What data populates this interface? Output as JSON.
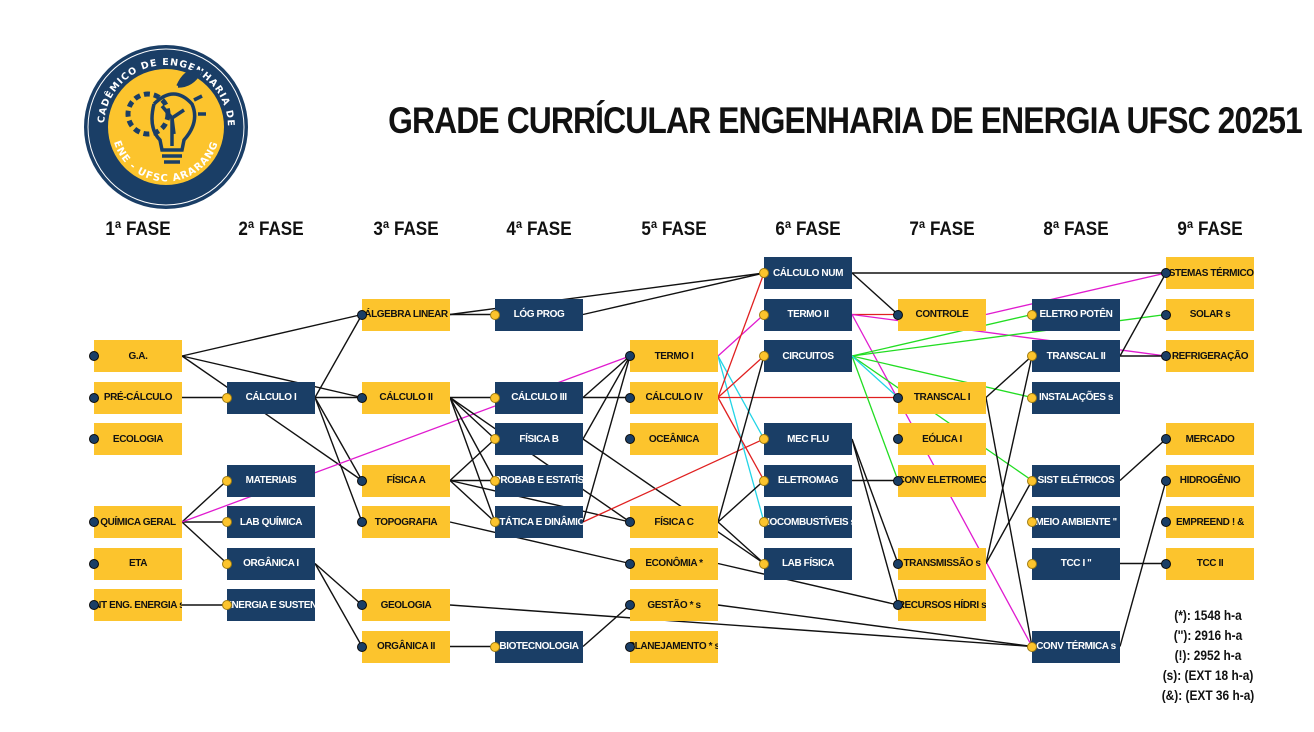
{
  "title": "GRADE CURRÍCULAR ENGENHARIA DE ENERGIA UFSC 20251",
  "logo": {
    "top_text": "CENTRO ACADÊMICO DE ENGENHARIA DE ENERGIA",
    "bottom_text": "CAENE - UFSC ARARANGUÁ",
    "colors": {
      "ring": "#1a3e66",
      "inner": "#fcc42d"
    },
    "icon": "lightbulb-wind-turbine-icon"
  },
  "colors": {
    "yellow": "#fcc42d",
    "blue": "#1a3e66",
    "line": "#111111",
    "magenta": "#e01bcf",
    "cyan": "#22d4e6",
    "red": "#e02020",
    "green": "#22dd22"
  },
  "phases": [
    "1ª FASE",
    "2ª FASE",
    "3ª FASE",
    "4ª FASE",
    "5ª FASE",
    "6ª FASE",
    "7ª FASE",
    "8ª FASE",
    "9ª FASE"
  ],
  "courses": [
    {
      "id": "ga",
      "label": "G.A.",
      "phase": 1,
      "row": 2,
      "color": "yellow"
    },
    {
      "id": "precalc",
      "label": "PRÉ-CÁLCULO",
      "phase": 1,
      "row": 3,
      "color": "yellow"
    },
    {
      "id": "ecologia",
      "label": "ECOLOGIA",
      "phase": 1,
      "row": 4,
      "color": "yellow"
    },
    {
      "id": "qgeral",
      "label": "QUÍMICA GERAL",
      "phase": 1,
      "row": 6,
      "color": "yellow"
    },
    {
      "id": "eta",
      "label": "ETA",
      "phase": 1,
      "row": 7,
      "color": "yellow"
    },
    {
      "id": "inteng",
      "label": "INT ENG. ENERGIA s",
      "phase": 1,
      "row": 8,
      "color": "yellow"
    },
    {
      "id": "calc1",
      "label": "CÁLCULO I",
      "phase": 2,
      "row": 3,
      "color": "blue"
    },
    {
      "id": "materiais",
      "label": "MATERIAIS",
      "phase": 2,
      "row": 5,
      "color": "blue"
    },
    {
      "id": "labquim",
      "label": "LAB QUÍMICA",
      "phase": 2,
      "row": 6,
      "color": "blue"
    },
    {
      "id": "organica1",
      "label": "ORGÂNICA I",
      "phase": 2,
      "row": 7,
      "color": "blue"
    },
    {
      "id": "energia",
      "label": "ENERGIA E SUSTEN",
      "phase": 2,
      "row": 8,
      "color": "blue"
    },
    {
      "id": "algebra",
      "label": "ÁLGEBRA LINEAR",
      "phase": 3,
      "row": 1,
      "color": "yellow"
    },
    {
      "id": "calc2",
      "label": "CÁLCULO II",
      "phase": 3,
      "row": 3,
      "color": "yellow"
    },
    {
      "id": "fisicaA",
      "label": "FÍSICA A",
      "phase": 3,
      "row": 5,
      "color": "yellow"
    },
    {
      "id": "topografia",
      "label": "TOPOGRAFIA",
      "phase": 3,
      "row": 6,
      "color": "yellow"
    },
    {
      "id": "geologia",
      "label": "GEOLOGIA",
      "phase": 3,
      "row": 8,
      "color": "yellow"
    },
    {
      "id": "organica2",
      "label": "ORGÂNICA II",
      "phase": 3,
      "row": 9,
      "color": "yellow"
    },
    {
      "id": "logprog",
      "label": "LÓG PROG",
      "phase": 4,
      "row": 1,
      "color": "blue"
    },
    {
      "id": "calc3",
      "label": "CÁLCULO III",
      "phase": 4,
      "row": 3,
      "color": "blue"
    },
    {
      "id": "fisicaB",
      "label": "FÍSICA B",
      "phase": 4,
      "row": 4,
      "color": "blue"
    },
    {
      "id": "probab",
      "label": "PROBAB E ESTATÍS",
      "phase": 4,
      "row": 5,
      "color": "blue"
    },
    {
      "id": "estatica",
      "label": "ESTÁTICA E DINÂMICA",
      "phase": 4,
      "row": 6,
      "color": "blue"
    },
    {
      "id": "biotec",
      "label": "BIOTECNOLOGIA",
      "phase": 4,
      "row": 9,
      "color": "blue"
    },
    {
      "id": "termo1",
      "label": "TERMO I",
      "phase": 5,
      "row": 2,
      "color": "yellow"
    },
    {
      "id": "calc4",
      "label": "CÁLCULO IV",
      "phase": 5,
      "row": 3,
      "color": "yellow"
    },
    {
      "id": "oceanica",
      "label": "OCEÂNICA",
      "phase": 5,
      "row": 4,
      "color": "yellow"
    },
    {
      "id": "fisicaC",
      "label": "FÍSICA C",
      "phase": 5,
      "row": 6,
      "color": "yellow"
    },
    {
      "id": "economia",
      "label": "ECONÔMIA *",
      "phase": 5,
      "row": 7,
      "color": "yellow"
    },
    {
      "id": "gestao",
      "label": "GESTÃO * s",
      "phase": 5,
      "row": 8,
      "color": "yellow"
    },
    {
      "id": "planej",
      "label": "PLANEJAMENTO * s",
      "phase": 5,
      "row": 9,
      "color": "yellow"
    },
    {
      "id": "calcnum",
      "label": "CÁLCULO NUM",
      "phase": 6,
      "row": 0,
      "color": "blue"
    },
    {
      "id": "termo2",
      "label": "TERMO II",
      "phase": 6,
      "row": 1,
      "color": "blue"
    },
    {
      "id": "circuitos",
      "label": "CIRCUITOS",
      "phase": 6,
      "row": 2,
      "color": "blue"
    },
    {
      "id": "mecflu",
      "label": "MEC FLU",
      "phase": 6,
      "row": 4,
      "color": "blue"
    },
    {
      "id": "eletromag",
      "label": "ELETROMAG",
      "phase": 6,
      "row": 5,
      "color": "blue"
    },
    {
      "id": "biocomb",
      "label": "BIOCOMBUSTÍVEIS s",
      "phase": 6,
      "row": 6,
      "color": "blue"
    },
    {
      "id": "labfisica",
      "label": "LAB FÍSICA",
      "phase": 6,
      "row": 7,
      "color": "blue"
    },
    {
      "id": "controle",
      "label": "CONTROLE",
      "phase": 7,
      "row": 1,
      "color": "yellow"
    },
    {
      "id": "transcal1",
      "label": "TRANSCAL I",
      "phase": 7,
      "row": 3,
      "color": "yellow"
    },
    {
      "id": "eolica",
      "label": "EÓLICA I",
      "phase": 7,
      "row": 4,
      "color": "yellow"
    },
    {
      "id": "conveletro",
      "label": "CONV ELETROMEC",
      "phase": 7,
      "row": 5,
      "color": "yellow"
    },
    {
      "id": "transmissao",
      "label": "TRANSMISSÃO s",
      "phase": 7,
      "row": 7,
      "color": "yellow"
    },
    {
      "id": "recursos",
      "label": "RECURSOS HÍDRI s",
      "phase": 7,
      "row": 8,
      "color": "yellow"
    },
    {
      "id": "eletropot",
      "label": "ELETRO POTÊN",
      "phase": 8,
      "row": 1,
      "color": "blue"
    },
    {
      "id": "transcal2",
      "label": "TRANSCAL II",
      "phase": 8,
      "row": 2,
      "color": "blue"
    },
    {
      "id": "instalacoes",
      "label": "INSTALAÇÕES s",
      "phase": 8,
      "row": 3,
      "color": "blue"
    },
    {
      "id": "sisteletr",
      "label": "SIST ELÉTRICOS",
      "phase": 8,
      "row": 5,
      "color": "blue"
    },
    {
      "id": "meioamb",
      "label": "MEIO AMBIENTE ''",
      "phase": 8,
      "row": 6,
      "color": "blue"
    },
    {
      "id": "tcc1",
      "label": "TCC I ''",
      "phase": 8,
      "row": 7,
      "color": "blue"
    },
    {
      "id": "convterm",
      "label": "CONV TÉRMICA s",
      "phase": 8,
      "row": 9,
      "color": "blue"
    },
    {
      "id": "sisterm",
      "label": "SISTEMAS TÉRMICOS",
      "phase": 9,
      "row": 0,
      "color": "yellow"
    },
    {
      "id": "solar",
      "label": "SOLAR s",
      "phase": 9,
      "row": 1,
      "color": "yellow"
    },
    {
      "id": "refrig",
      "label": "REFRIGERAÇÃO",
      "phase": 9,
      "row": 2,
      "color": "yellow"
    },
    {
      "id": "mercado",
      "label": "MERCADO",
      "phase": 9,
      "row": 4,
      "color": "yellow"
    },
    {
      "id": "hidrogenio",
      "label": "HIDROGÊNIO",
      "phase": 9,
      "row": 5,
      "color": "yellow"
    },
    {
      "id": "empreend",
      "label": "EMPREEND ! &",
      "phase": 9,
      "row": 6,
      "color": "yellow"
    },
    {
      "id": "tcc2",
      "label": "TCC II",
      "phase": 9,
      "row": 7,
      "color": "yellow"
    }
  ],
  "edges": [
    {
      "from": "ga",
      "to": "algebra",
      "color": "black"
    },
    {
      "from": "ga",
      "to": "calc2",
      "color": "black"
    },
    {
      "from": "precalc",
      "to": "calc1",
      "color": "black"
    },
    {
      "from": "ga",
      "to": "fisicaA",
      "color": "black"
    },
    {
      "from": "calc1",
      "to": "algebra",
      "color": "black"
    },
    {
      "from": "calc1",
      "to": "calc2",
      "color": "black"
    },
    {
      "from": "calc1",
      "to": "fisicaA",
      "color": "black"
    },
    {
      "from": "calc1",
      "to": "topografia",
      "color": "black"
    },
    {
      "from": "qgeral",
      "to": "materiais",
      "color": "black"
    },
    {
      "from": "qgeral",
      "to": "labquim",
      "color": "black"
    },
    {
      "from": "qgeral",
      "to": "organica1",
      "color": "black"
    },
    {
      "from": "qgeral",
      "to": "termo1",
      "color": "magenta"
    },
    {
      "from": "inteng",
      "to": "energia",
      "color": "black"
    },
    {
      "from": "organica1",
      "to": "geologia",
      "color": "black"
    },
    {
      "from": "organica1",
      "to": "organica2",
      "color": "black"
    },
    {
      "from": "algebra",
      "to": "logprog",
      "color": "black"
    },
    {
      "from": "algebra",
      "to": "calcnum",
      "color": "black"
    },
    {
      "from": "calc2",
      "to": "calc3",
      "color": "black"
    },
    {
      "from": "calc2",
      "to": "fisicaB",
      "color": "black"
    },
    {
      "from": "calc2",
      "to": "probab",
      "color": "black"
    },
    {
      "from": "calc2",
      "to": "estatica",
      "color": "black"
    },
    {
      "from": "calc2",
      "to": "fisicaC",
      "color": "black"
    },
    {
      "from": "fisicaA",
      "to": "fisicaB",
      "color": "black"
    },
    {
      "from": "fisicaA",
      "to": "estatica",
      "color": "black"
    },
    {
      "from": "fisicaA",
      "to": "probab",
      "color": "black"
    },
    {
      "from": "fisicaA",
      "to": "fisicaC",
      "color": "black"
    },
    {
      "from": "topografia",
      "to": "economia",
      "color": "black"
    },
    {
      "from": "geologia",
      "to": "convterm",
      "color": "black"
    },
    {
      "from": "organica2",
      "to": "biotec",
      "color": "black"
    },
    {
      "from": "logprog",
      "to": "calcnum",
      "color": "black"
    },
    {
      "from": "calc3",
      "to": "calc4",
      "color": "black"
    },
    {
      "from": "calc3",
      "to": "termo1",
      "color": "black"
    },
    {
      "from": "fisicaB",
      "to": "termo1",
      "color": "black"
    },
    {
      "from": "fisicaB",
      "to": "labfisica",
      "color": "black"
    },
    {
      "from": "estatica",
      "to": "mecflu",
      "color": "red"
    },
    {
      "from": "estatica",
      "to": "termo1",
      "color": "black"
    },
    {
      "from": "biotec",
      "to": "gestao",
      "color": "black"
    },
    {
      "from": "termo1",
      "to": "termo2",
      "color": "magenta"
    },
    {
      "from": "termo1",
      "to": "mecflu",
      "color": "cyan"
    },
    {
      "from": "termo1",
      "to": "biocomb",
      "color": "cyan"
    },
    {
      "from": "calc4",
      "to": "circuitos",
      "color": "red"
    },
    {
      "from": "calc4",
      "to": "eletromag",
      "color": "red"
    },
    {
      "from": "calc4",
      "to": "transcal1",
      "color": "red"
    },
    {
      "from": "calc4",
      "to": "calcnum",
      "color": "red"
    },
    {
      "from": "fisicaC",
      "to": "eletromag",
      "color": "black"
    },
    {
      "from": "fisicaC",
      "to": "circuitos",
      "color": "black"
    },
    {
      "from": "fisicaC",
      "to": "labfisica",
      "color": "black"
    },
    {
      "from": "economia",
      "to": "recursos",
      "color": "black"
    },
    {
      "from": "gestao",
      "to": "convterm",
      "color": "black"
    },
    {
      "from": "calcnum",
      "to": "controle",
      "color": "black"
    },
    {
      "from": "calcnum",
      "to": "sisterm",
      "color": "black"
    },
    {
      "from": "termo2",
      "to": "controle",
      "color": "red"
    },
    {
      "from": "termo2",
      "to": "refrig",
      "color": "magenta"
    },
    {
      "from": "termo2",
      "to": "convterm",
      "color": "magenta"
    },
    {
      "from": "circuitos",
      "to": "eletropot",
      "color": "green"
    },
    {
      "from": "circuitos",
      "to": "solar",
      "color": "green"
    },
    {
      "from": "circuitos",
      "to": "instalacoes",
      "color": "green"
    },
    {
      "from": "circuitos",
      "to": "sisteletr",
      "color": "green"
    },
    {
      "from": "circuitos",
      "to": "conveletro",
      "color": "green"
    },
    {
      "from": "circuitos",
      "to": "transcal1",
      "color": "cyan"
    },
    {
      "from": "mecflu",
      "to": "transmissao",
      "color": "black"
    },
    {
      "from": "mecflu",
      "to": "recursos",
      "color": "black"
    },
    {
      "from": "eletromag",
      "to": "conveletro",
      "color": "black"
    },
    {
      "from": "controle",
      "to": "sisterm",
      "color": "magenta"
    },
    {
      "from": "transcal1",
      "to": "transcal2",
      "color": "black"
    },
    {
      "from": "transcal1",
      "to": "convterm",
      "color": "black"
    },
    {
      "from": "transmissao",
      "to": "sisteletr",
      "color": "black"
    },
    {
      "from": "transmissao",
      "to": "transcal2",
      "color": "black"
    },
    {
      "from": "transcal2",
      "to": "sisterm",
      "color": "black"
    },
    {
      "from": "transcal2",
      "to": "refrig",
      "color": "black"
    },
    {
      "from": "sisteletr",
      "to": "mercado",
      "color": "black"
    },
    {
      "from": "tcc1",
      "to": "tcc2",
      "color": "black"
    },
    {
      "from": "convterm",
      "to": "hidrogenio",
      "color": "black"
    }
  ],
  "legend": [
    "(*): 1548 h-a",
    "(''): 2916 h-a",
    "(!): 2952 h-a",
    "(s): (EXT 18 h-a)",
    "(&): (EXT 36 h-a)"
  ]
}
